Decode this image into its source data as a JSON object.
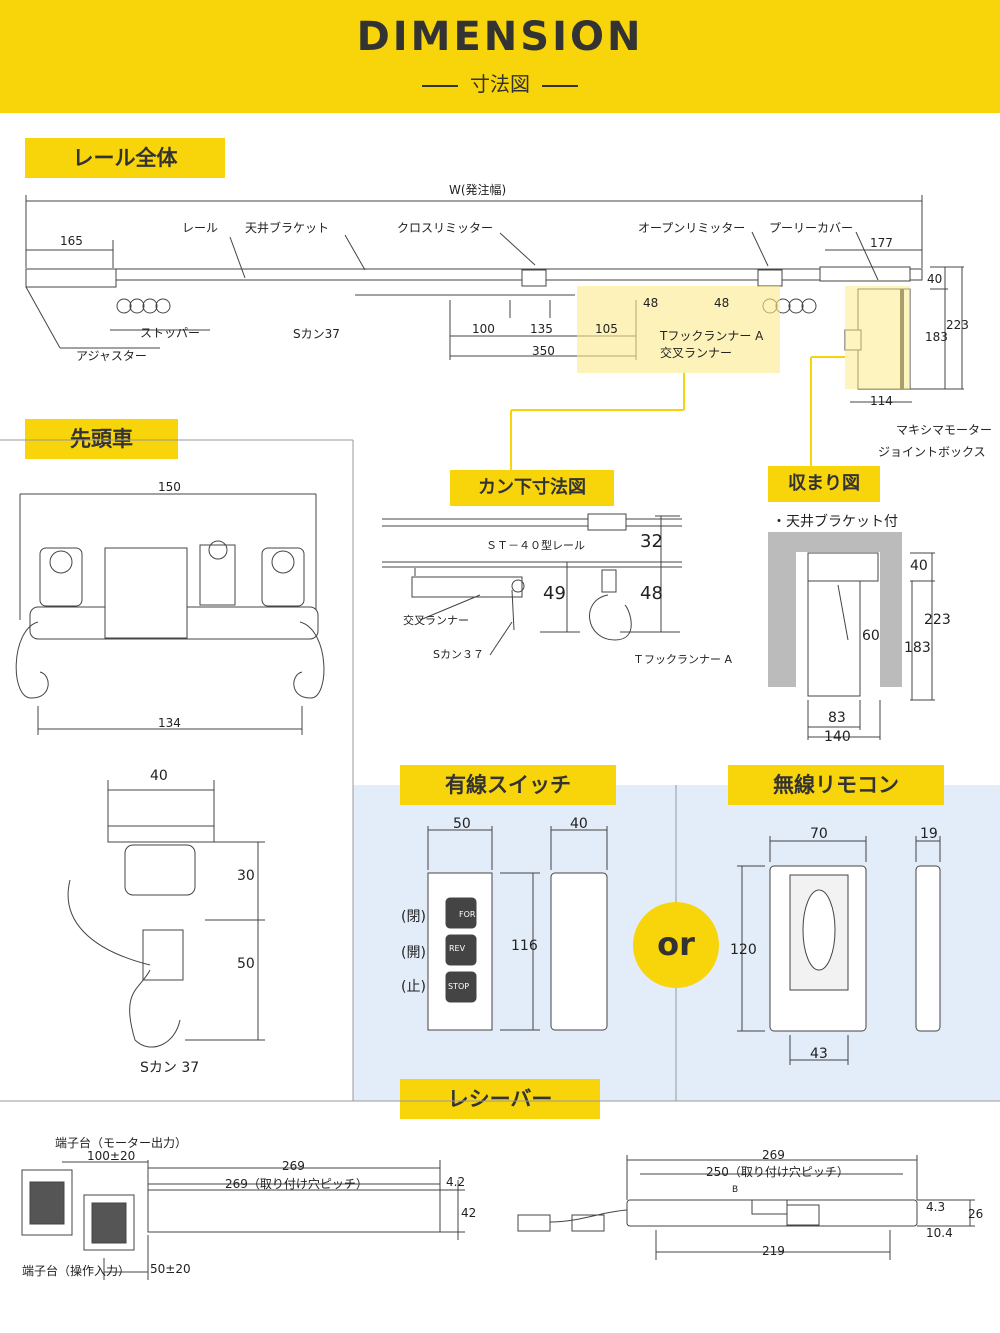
{
  "header": {
    "title": "DIMENSION",
    "subtitle": "寸法図"
  },
  "sections": {
    "rail": "レール全体",
    "lead_car": "先頭車",
    "under_hook": "カン下寸法図",
    "fitting": "収まり図",
    "wired_switch": "有線スイッチ",
    "wireless_remote": "無線リモコン",
    "receiver": "レシーバー"
  },
  "rail": {
    "width_label": "W(発注幅)",
    "d165": "165",
    "d177": "177",
    "d40": "40",
    "d223": "223",
    "d183": "183",
    "d114": "114",
    "d48a": "48",
    "d48b": "48",
    "d100": "100",
    "d135": "135",
    "d105": "105",
    "d350": "350",
    "rail": "レール",
    "ceiling_bracket": "天井ブラケット",
    "cross_limiter": "クロスリミッター",
    "open_limiter": "オープンリミッター",
    "pulley_cover": "プーリーカバー",
    "stopper": "ストッパー",
    "adjuster": "アジャスター",
    "s_hook": "Sカン37",
    "t_hook_runner": "Tフックランナー A",
    "cross_runner": "交叉ランナー",
    "motor": "マキシマモーター",
    "joint_box": "ジョイントボックス"
  },
  "lead_car": {
    "d150": "150",
    "d134": "134",
    "d40": "40",
    "d30": "30",
    "d50": "50",
    "s_hook": "Sカン 37"
  },
  "under_hook": {
    "rail": "ＳＴ－４０型レール",
    "d32": "32",
    "d49": "49",
    "d48": "48",
    "cross_runner": "交叉ランナー",
    "s_hook": "Sカン３７",
    "t_hook": "Ｔフックランナー A"
  },
  "fitting": {
    "note": "・天井ブラケット付",
    "d40": "40",
    "d223": "223",
    "d60": "60",
    "d183": "183",
    "d83": "83",
    "d140": "140"
  },
  "wired_switch": {
    "d50": "50",
    "d40": "40",
    "d116": "116",
    "open1": "(閉)",
    "open2": "(開)",
    "stop": "(止)",
    "btn_for": "FOR",
    "btn_rev": "REV",
    "btn_stop": "STOP"
  },
  "or_label": "or",
  "wireless_remote": {
    "d70": "70",
    "d19": "19",
    "d120": "120",
    "d43": "43"
  },
  "receiver": {
    "terminal_motor": "端子台（モーター出力）",
    "d100": "100±20",
    "d269": "269",
    "d269_pitch": "269（取り付け穴ピッチ）",
    "d4_2": "4.2",
    "d42": "42",
    "terminal_op": "端子台（操作入力）",
    "d50": "50±20",
    "r_d269": "269",
    "r_d250": "250（取り付け穴ピッチ）",
    "r_b": "B",
    "r_d4_3": "4.3",
    "r_d26": "26",
    "r_d10_4": "10.4",
    "r_d219": "219"
  },
  "colors": {
    "accent": "#f8d40a",
    "panel": "#e3edf9",
    "highlight": "#fbeb8c"
  }
}
